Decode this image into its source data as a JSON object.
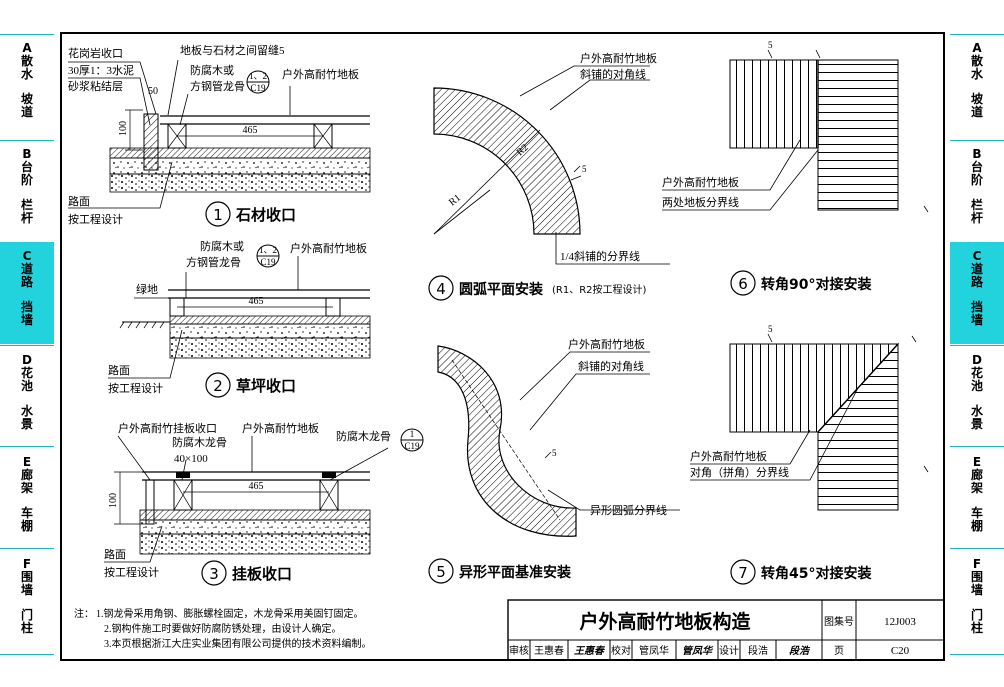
{
  "side_tabs": [
    {
      "letter": "A",
      "top": [
        "散",
        "水"
      ],
      "bottom": [
        "坡",
        "道"
      ],
      "active": false
    },
    {
      "letter": "B",
      "top": [
        "台",
        "阶"
      ],
      "bottom": [
        "栏",
        "杆"
      ],
      "active": false
    },
    {
      "letter": "C",
      "top": [
        "道",
        "路"
      ],
      "bottom": [
        "挡",
        "墙"
      ],
      "active": true
    },
    {
      "letter": "D",
      "top": [
        "花",
        "池"
      ],
      "bottom": [
        "水",
        "景"
      ],
      "active": false
    },
    {
      "letter": "E",
      "top": [
        "廊",
        "架"
      ],
      "bottom": [
        "车",
        "棚"
      ],
      "active": false
    },
    {
      "letter": "F",
      "top": [
        "围",
        "墙"
      ],
      "bottom": [
        "门",
        "柱"
      ],
      "active": false
    }
  ],
  "details": {
    "d1": {
      "num": "1",
      "title": "石材收口",
      "l_granite": "花岗岩收口",
      "l_mortar1": "30厚1：3水泥",
      "l_mortar2": "砂浆粘结层",
      "l_gap": "地板与石材之间留缝5",
      "l_keel1": "防腐木或",
      "l_keel2": "方钢管龙骨",
      "ref_top": "1、2",
      "ref_bot": "C19",
      "l_board": "户外高耐竹地板",
      "dim_50": "50",
      "dim_100": "100",
      "dim_465": "465",
      "l_road1": "路面",
      "l_road2": "按工程设计"
    },
    "d2": {
      "num": "2",
      "title": "草坪收口",
      "l_keel1": "防腐木或",
      "l_keel2": "方钢管龙骨",
      "ref_top": "1、2",
      "ref_bot": "C19",
      "l_board": "户外高耐竹地板",
      "l_grass": "绿地",
      "dim_465": "465",
      "l_road1": "路面",
      "l_road2": "按工程设计"
    },
    "d3": {
      "num": "3",
      "title": "挂板收口",
      "l_hang": "户外高耐竹挂板收口",
      "l_board": "户外高耐竹地板",
      "l_keel_a": "防腐木龙骨",
      "l_size": "40×100",
      "l_keel_b": "防腐木龙骨",
      "ref_top": "1",
      "ref_bot": "C19",
      "dim_100": "100",
      "dim_465": "465",
      "l_road1": "路面",
      "l_road2": "按工程设计"
    },
    "d4": {
      "num": "4",
      "title": "圆弧平面安装",
      "sub": "(R1、R2按工程设计)",
      "l_board": "户外高耐竹地板",
      "l_diag": "斜铺的对角线",
      "l_split": "1/4斜铺的分界线",
      "r1": "R1",
      "r2": "R2",
      "five": "5"
    },
    "d5": {
      "num": "5",
      "title": "异形平面基准安装",
      "l_board": "户外高耐竹地板",
      "l_diag": "斜铺的对角线",
      "l_split": "异形圆弧分界线",
      "five": "5"
    },
    "d6": {
      "num": "6",
      "title": "转角90°对接安装",
      "l_board": "户外高耐竹地板",
      "l_split": "两处地板分界线",
      "five": "5"
    },
    "d7": {
      "num": "7",
      "title": "转角45°对接安装",
      "l_board": "户外高耐竹地板",
      "l_split": "对角（拼角）分界线",
      "five": "5"
    }
  },
  "notes": {
    "prefix": "注：",
    "items": [
      "1.钢龙骨采用角钢、膨胀螺栓固定，木龙骨采用美固钉固定。",
      "2.钢构件施工时要做好防腐防锈处理，由设计人确定。",
      "3.本页根据浙江大庄实业集团有限公司提供的技术资料编制。"
    ]
  },
  "title_block": {
    "title": "户外高耐竹地板构造",
    "atlas_label": "图集号",
    "atlas_no": "12J003",
    "page_label": "页",
    "page_no": "C20",
    "review_label": "审核",
    "reviewer": "王惠春",
    "reviewer_sig": "王惠春",
    "check_label": "校对",
    "checker": "管凤华",
    "checker_sig": "管凤华",
    "design_label": "设计",
    "designer": "段浩",
    "designer_sig": "段浩"
  }
}
